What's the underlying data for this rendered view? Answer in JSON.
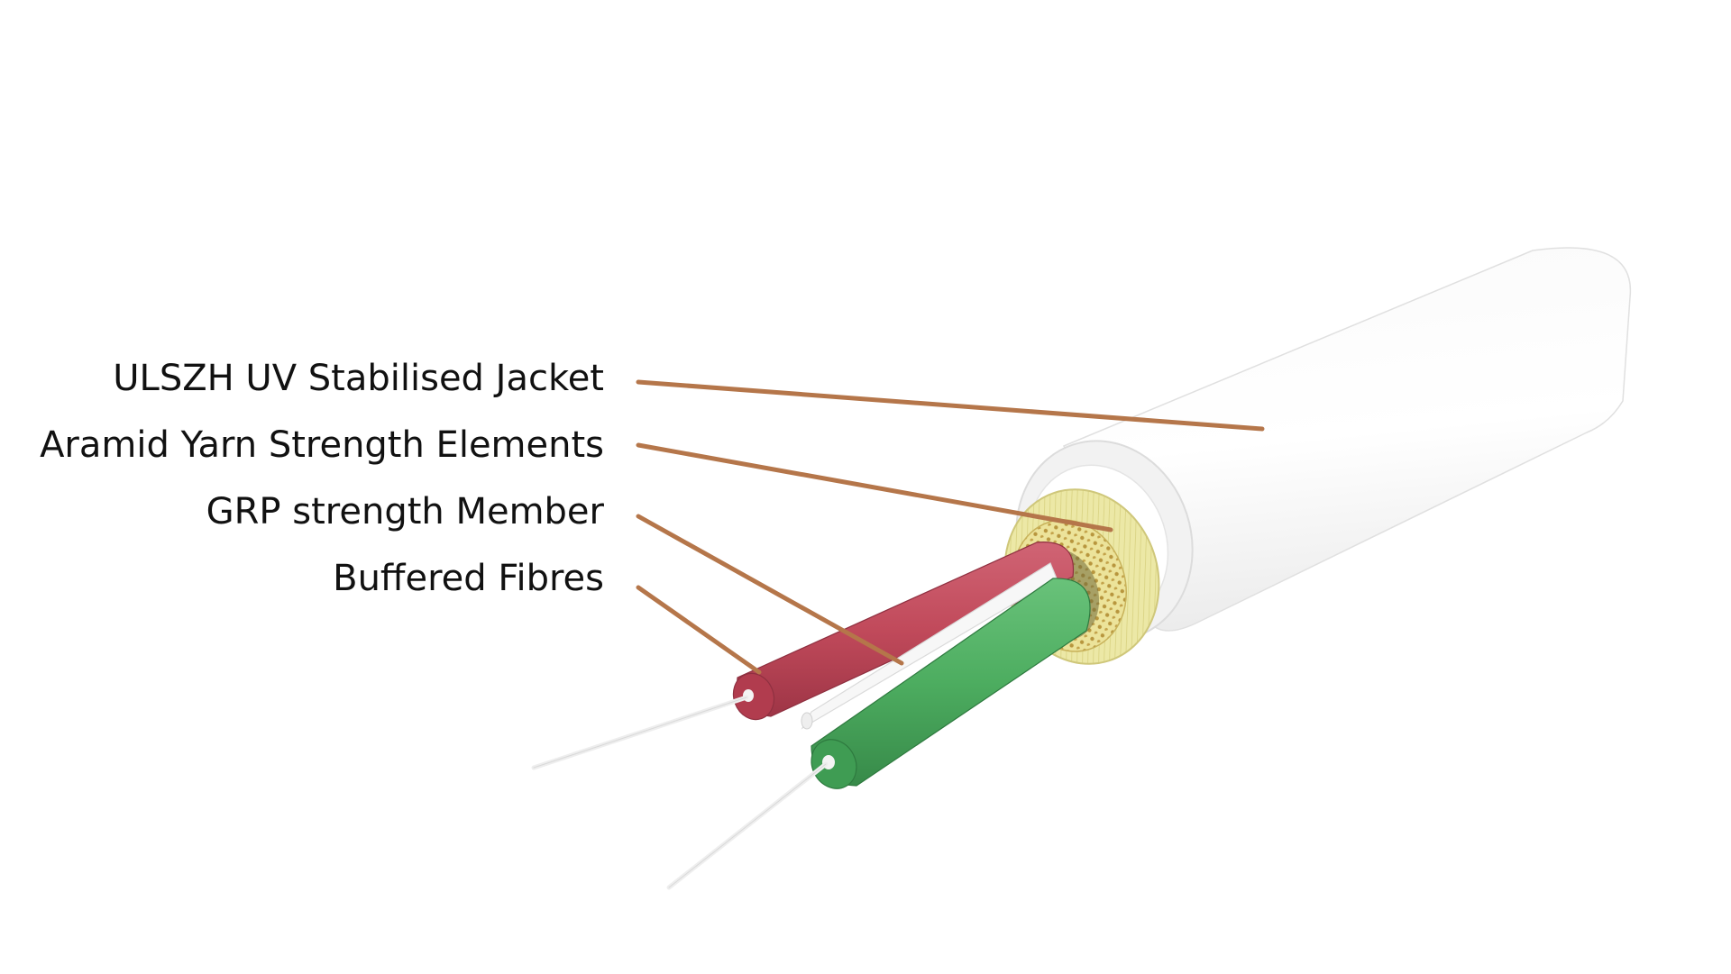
{
  "labels": {
    "jacket": "ULSZH UV Stabilised Jacket",
    "aramid": "Aramid Yarn Strength Elements",
    "grp": "GRP strength Member",
    "fibres": "Buffered Fibres"
  },
  "colors": {
    "leader_line": "#b5764a",
    "jacket": "#ffffff",
    "jacket_shade": "#e6e6e6",
    "aramid_yarn": "#e9e5a0",
    "aramid_dots": "#c4a64a",
    "red_buffer": "#c0485a",
    "green_buffer": "#4fae62",
    "grp_rod": "#f4f4f4",
    "fibre": "#f2f2f2"
  }
}
